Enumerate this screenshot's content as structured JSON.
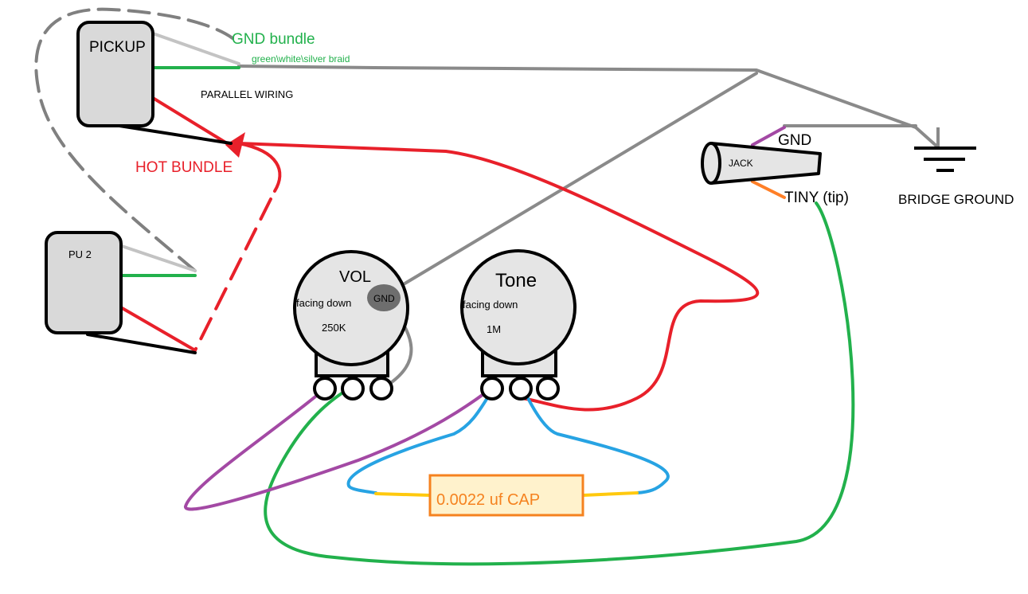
{
  "labels": {
    "pickup": "PICKUP",
    "pu2": "PU 2",
    "gnd_bundle": "GND bundle",
    "braid": "green\\white\\silver braid",
    "parallel": "PARALLEL WIRING",
    "hot_bundle": "HOT BUNDLE",
    "vol": "VOL",
    "vol_facing": "facing down",
    "vol_value": "250K",
    "gnd_dot": "GND",
    "tone": "Tone",
    "tone_facing": "facing down",
    "tone_value": "1M",
    "jack": "JACK",
    "jack_gnd": "GND",
    "tip": "TINY (tip)",
    "bridge_ground": "BRIDGE GROUND",
    "cap": "0.0022 uf CAP"
  },
  "colors": {
    "ground_wire": "#8a8a8a",
    "ground_dashed": "#808080",
    "hot_wire": "#e8202a",
    "green_wire": "#22b14c",
    "purple_wire": "#a349a4",
    "blue_wire": "#27a3e3",
    "yellow_lead": "#ffc90e",
    "orange_wire": "#ff7f27",
    "cap_fill": "#fff2cc",
    "cap_border": "#f5821f",
    "gnd_text": "#22b14c",
    "hot_text": "#e8202a",
    "cap_text": "#f5821f",
    "gnd_dot_fill": "#6e6e6e"
  }
}
